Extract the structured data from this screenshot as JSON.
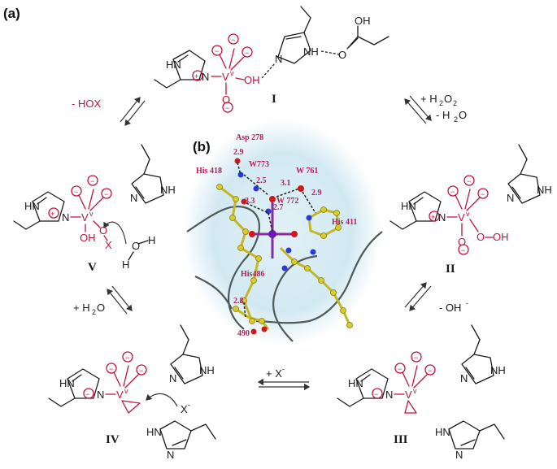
{
  "labels": {
    "a": "(a)",
    "b": "(b)"
  },
  "chem": {
    "HN": "HN",
    "N": "N",
    "NH": "NH",
    "H": "H",
    "O": "O",
    "OH": "OH",
    "OOH": "O",
    "V": "V",
    "v": "v",
    "X": "X",
    "minus": "−",
    "plus": "+"
  },
  "species": [
    "I",
    "II",
    "III",
    "IV",
    "V"
  ],
  "arrows": {
    "I_II_top": "+ H",
    "I_II_top_sub": "2",
    "I_II_top_O": "O",
    "I_II_top_sub2": "2",
    "I_II_bottom": "- H",
    "I_II_bottom_sub": "2",
    "I_II_bottom_O": "O",
    "II_III": "- OH",
    "II_III_sup": "-",
    "III_IV": "+ X",
    "III_IV_sup": "-",
    "IV_V": "+ H",
    "IV_V_sub": "2",
    "IV_V_O": "O",
    "V_I": "- HOX",
    "X_nuc": "X",
    "X_nuc_sup": "-",
    "water_O": "O",
    "water_H1": "H",
    "water_H2": "H"
  },
  "site": {
    "residues": [
      "Asp 278",
      "His 418",
      "W773",
      "W 761",
      "W 772",
      "His 411",
      "His486",
      "490"
    ],
    "distances": [
      "2.9",
      "2.5",
      "3.1",
      "2.9",
      "3.3",
      "2.7",
      "2.8"
    ]
  },
  "colors": {
    "vanadate": "#c0143c",
    "atom": "#d8cc2a",
    "background_glow": "#dbeef5"
  }
}
